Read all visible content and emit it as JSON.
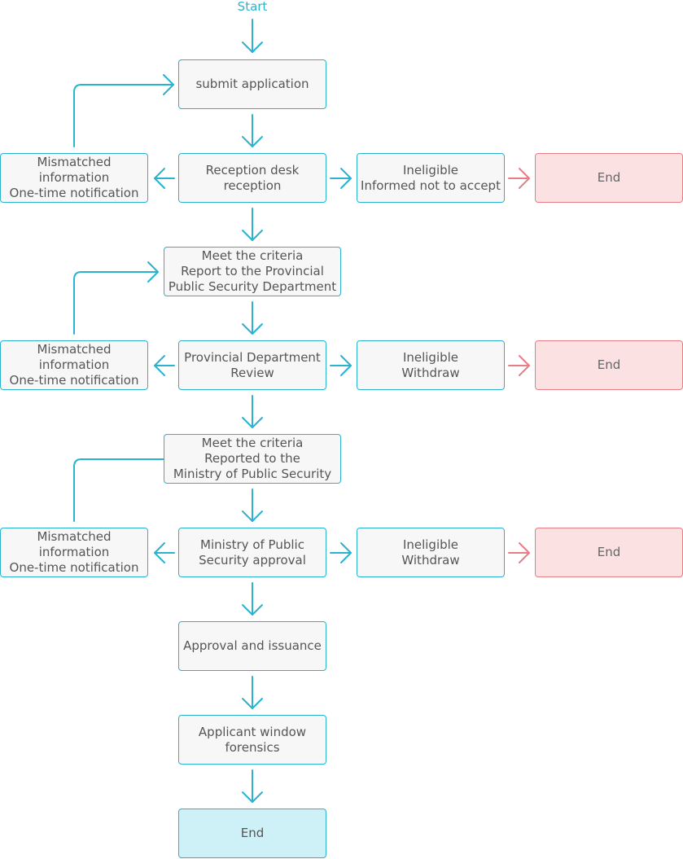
{
  "start": {
    "label": "Start"
  },
  "nodes": {
    "submit": "submit application",
    "reception": "Reception desk\nreception",
    "mismatch_1": "Mismatched information\nOne-time notification",
    "ineligible_1": "Ineligible\nInformed not to accept",
    "end_1": "End",
    "report_provincial": "Meet the criteria\nReport to the Provincial\nPublic Security Department",
    "provincial_review": "Provincial Department\nReview",
    "mismatch_2": "Mismatched information\nOne-time notification",
    "ineligible_2": "Ineligible\nWithdraw",
    "end_2": "End",
    "report_ministry": "Meet the criteria\nReported to the\nMinistry of Public Security",
    "ministry_approval": "Ministry of Public\nSecurity approval",
    "mismatch_3": "Mismatched information\nOne-time notification",
    "ineligible_3": "Ineligible\nWithdraw",
    "end_3": "End",
    "approval_issuance": "Approval and issuance",
    "applicant_forensics": "Applicant window\nforensics",
    "end_final": "End"
  },
  "colors": {
    "flow": "#29b3cf",
    "reject": "#e87d86",
    "box_fill": "#f7f7f7",
    "end_fill": "#fce1e3",
    "final_fill": "#cdf1f7",
    "text": "#555555"
  }
}
